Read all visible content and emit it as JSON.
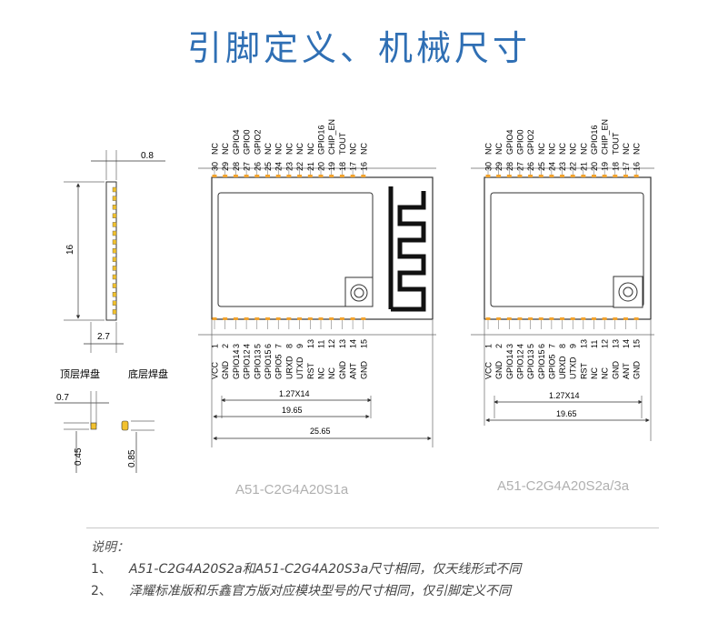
{
  "title": "引脚定义、机械尺寸",
  "side_view": {
    "thickness": "0.8",
    "height": "16",
    "width_side": "2.7",
    "top_pad_label": "顶层焊盘",
    "bottom_pad_label": "底层焊盘",
    "pad_width": "0.7",
    "top_pad_height": "0.45",
    "bottom_pad_height": "0.85"
  },
  "module_s1a": {
    "caption": "A51-C2G4A20S1a",
    "pitch": "1.27X14",
    "inner_width": "19.65",
    "outer_width": "25.65"
  },
  "module_s2a": {
    "caption": "A51-C2G4A20S2a/3a",
    "pitch": "1.27X14",
    "inner_width": "19.65"
  },
  "top_pins": [
    {
      "num": "30",
      "name": "NC"
    },
    {
      "num": "29",
      "name": "NC"
    },
    {
      "num": "28",
      "name": "GPIO4"
    },
    {
      "num": "27",
      "name": "GPIO0"
    },
    {
      "num": "26",
      "name": "GPIO2"
    },
    {
      "num": "25",
      "name": "NC"
    },
    {
      "num": "24",
      "name": "NC"
    },
    {
      "num": "23",
      "name": "NC"
    },
    {
      "num": "22",
      "name": "NC"
    },
    {
      "num": "21",
      "name": "NC"
    },
    {
      "num": "20",
      "name": "GPIO16"
    },
    {
      "num": "19",
      "name": "CHIP_EN"
    },
    {
      "num": "18",
      "name": "TOUT"
    },
    {
      "num": "17",
      "name": "NC"
    },
    {
      "num": "16",
      "name": "NC"
    }
  ],
  "bottom_pins": [
    {
      "num": "1",
      "name": "VCC"
    },
    {
      "num": "2",
      "name": "GND"
    },
    {
      "num": "3",
      "name": "GPIO14"
    },
    {
      "num": "4",
      "name": "GPIO12"
    },
    {
      "num": "5",
      "name": "GPIO13"
    },
    {
      "num": "6",
      "name": "GPIO15"
    },
    {
      "num": "7",
      "name": "GPIO5"
    },
    {
      "num": "8",
      "name": "URXD"
    },
    {
      "num": "9",
      "name": "UTXD"
    },
    {
      "num": "13",
      "name": "RST"
    },
    {
      "num": "11",
      "name": "NC"
    },
    {
      "num": "12",
      "name": "NC"
    },
    {
      "num": "13",
      "name": "GND"
    },
    {
      "num": "14",
      "name": "ANT"
    },
    {
      "num": "15",
      "name": "GND"
    }
  ],
  "notes": {
    "heading": "说明：",
    "items": [
      {
        "num": "1、",
        "text": "A51-C2G4A20S2a和A51-C2G4A20S3a尺寸相同，仅天线形式不同"
      },
      {
        "num": "2、",
        "text": "泽耀标准版和乐鑫官方版对应模块型号的尺寸相同，仅引脚定义不同"
      }
    ]
  }
}
